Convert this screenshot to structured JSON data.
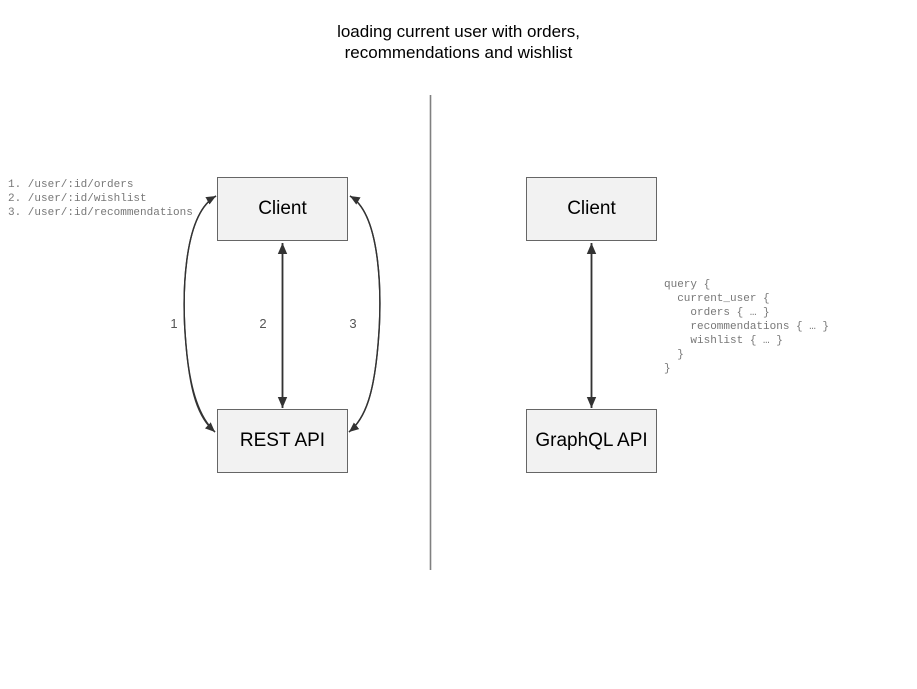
{
  "diagram": {
    "title": "loading current user with orders,\nrecommendations and wishlist",
    "rest_side": {
      "client_label": "Client",
      "api_label": "REST API",
      "endpoints": "1. /user/:id/orders\n2. /user/:id/wishlist\n3. /user/:id/recommendations",
      "edge_labels": [
        "1",
        "2",
        "3"
      ]
    },
    "graphql_side": {
      "client_label": "Client",
      "api_label": "GraphQL API",
      "query": "query {\n  current_user {\n    orders { … }\n    recommendations { … }\n    wishlist { … }\n  }\n}"
    },
    "colors": {
      "box_fill": "#f2f2f2",
      "box_border": "#666666",
      "arrow": "#333333",
      "divider": "#808080",
      "code_text": "#777777",
      "label_text": "#555555",
      "title_text": "#000000",
      "background": "#ffffff"
    }
  }
}
